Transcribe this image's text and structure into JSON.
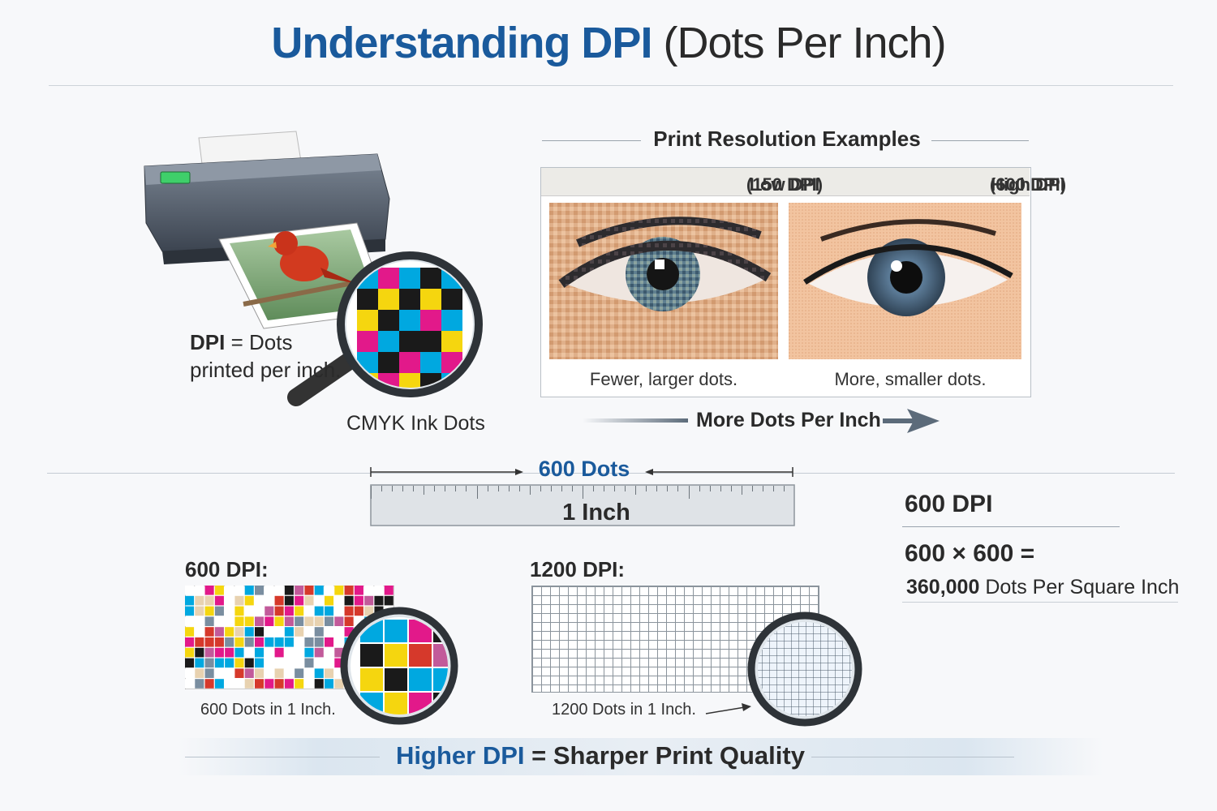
{
  "title": {
    "bold": "Understanding DPI",
    "sub": "(Dots Per Inch)"
  },
  "printer_panel": {
    "dpi_abbr": "DPI",
    "dpi_def_1": "= Dots",
    "dpi_def_2": "printed per inch.",
    "magnifier_label": "CMYK Ink Dots"
  },
  "examples": {
    "heading": "Print Resolution Examples",
    "low": {
      "label": "Low DPI",
      "value": "(150 DPI)",
      "caption": "Fewer, larger dots."
    },
    "high": {
      "label": "High DPI",
      "value": "(600 DPI)",
      "caption": "More, smaller dots."
    },
    "arrow_label": "More Dots Per Inch"
  },
  "ruler": {
    "dots_label": "600 Dots",
    "inch_label": "1 Inch"
  },
  "math": {
    "dpi": "600 DPI",
    "equation": "600 × 600 =",
    "result_num": "360,000",
    "result_text": "Dots Per Square Inch"
  },
  "grid600": {
    "label": "600 DPI:",
    "caption": "600 Dots in 1 Inch."
  },
  "grid1200": {
    "label": "1200 DPI:",
    "caption": "1200 Dots in 1 Inch."
  },
  "footer": {
    "bold": "Higher DPI",
    "rest": "= Sharper Print Quality"
  },
  "colors": {
    "accent_blue": "#1a5a9c",
    "accent_red": "#b3262d",
    "cmyk": [
      "#00a8e0",
      "#e2198a",
      "#f5d60f",
      "#1a1a1a"
    ]
  }
}
